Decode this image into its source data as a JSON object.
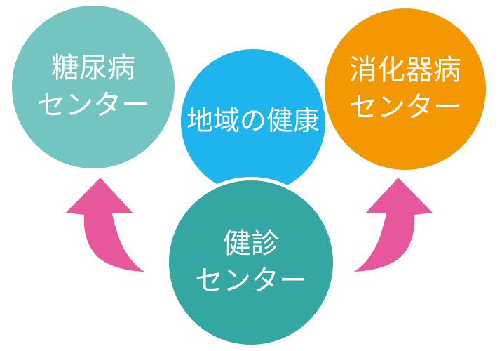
{
  "diagram": {
    "title_concept": "地域の健康",
    "circles": {
      "center": {
        "text": "地域の健康",
        "color": "#1eb4ee",
        "text_color": "#ffffff"
      },
      "top_left": {
        "line1": "糖尿病",
        "line2": "センター",
        "color": "#72c5c0",
        "text_color": "#ffffff"
      },
      "top_right": {
        "line1": "消化器病",
        "line2": "センター",
        "color": "#f39800",
        "text_color": "#ffffff"
      },
      "bottom": {
        "line1": "健診",
        "line2": "センター",
        "color": "#34a7a2",
        "text_color": "#ffffff"
      }
    },
    "arrows": {
      "description": "two curved swoosh arrows from bottom circle pointing up to top-left and top-right circles",
      "fill_color": "#e6579b",
      "outline_color": "#ffffff"
    },
    "border_color": "#ffffff",
    "background_color": "#ffffff"
  }
}
